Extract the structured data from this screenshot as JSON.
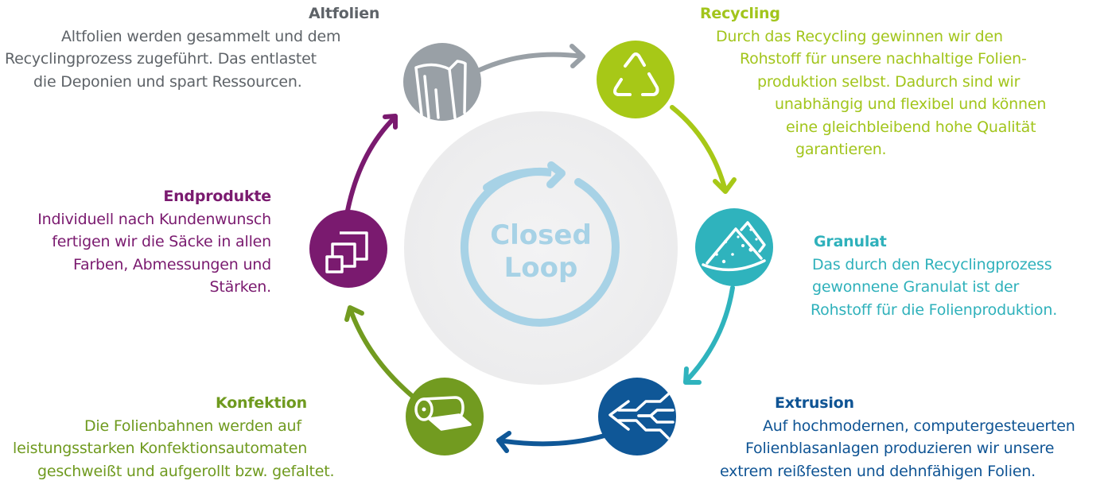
{
  "center": {
    "label_line1": "Closed",
    "label_line2": "Loop",
    "colors": {
      "disc": "#efeff0",
      "ring": "#a7d2e6"
    }
  },
  "steps": [
    {
      "id": "altfolien",
      "title": "Altfolien",
      "color": "#99a0a6",
      "text_color": "#5e6368",
      "icon": "film-sheets-icon",
      "lines": [
        "Altfolien werden gesammelt und dem",
        "Recyclingprozess zugeführt. Das entlastet",
        "die Deponien und spart Ressourcen."
      ]
    },
    {
      "id": "recycling",
      "title": "Recycling",
      "color": "#a7c817",
      "text_color": "#a2c51c",
      "icon": "recycle-triangle-icon",
      "lines": [
        "Durch das Recycling gewinnen wir den",
        "Rohstoff für unsere nachhaltige Folien-",
        "produktion selbst. Dadurch sind wir",
        "unabhängig und flexibel und können",
        "eine gleichbleibend hohe Qualität",
        "garantieren."
      ]
    },
    {
      "id": "granulat",
      "title": "Granulat",
      "color": "#2fb3bd",
      "text_color": "#2fb1bb",
      "icon": "granulate-pile-icon",
      "lines": [
        "Das durch den Recyclingprozess",
        "gewonnene Granulat ist der",
        "Rohstoff für die Folienproduktion."
      ]
    },
    {
      "id": "extrusion",
      "title": "Extrusion",
      "color": "#0f5797",
      "text_color": "#0f5494",
      "icon": "extrusion-arrows-icon",
      "lines": [
        "Auf hochmodernen, computergesteuerten",
        "Folienblasanlagen produzieren wir unsere",
        "extrem reißfesten und dehnfähigen Folien."
      ]
    },
    {
      "id": "konfektion",
      "title": "Konfektion",
      "color": "#729b20",
      "text_color": "#6f9a1f",
      "icon": "film-roll-icon",
      "lines": [
        "Die Folienbahnen werden auf",
        "leistungsstarken Konfektionsautomaten",
        "geschweißt und aufgerollt bzw. gefaltet."
      ]
    },
    {
      "id": "endprodukte",
      "title": "Endprodukte",
      "color": "#7a1a6f",
      "text_color": "#7a1a6f",
      "icon": "stacked-squares-icon",
      "lines": [
        "Individuell nach Kundenwunsch",
        "fertigen wir die Säcke in allen",
        "Farben, Abmessungen und",
        "Stärken."
      ]
    }
  ]
}
